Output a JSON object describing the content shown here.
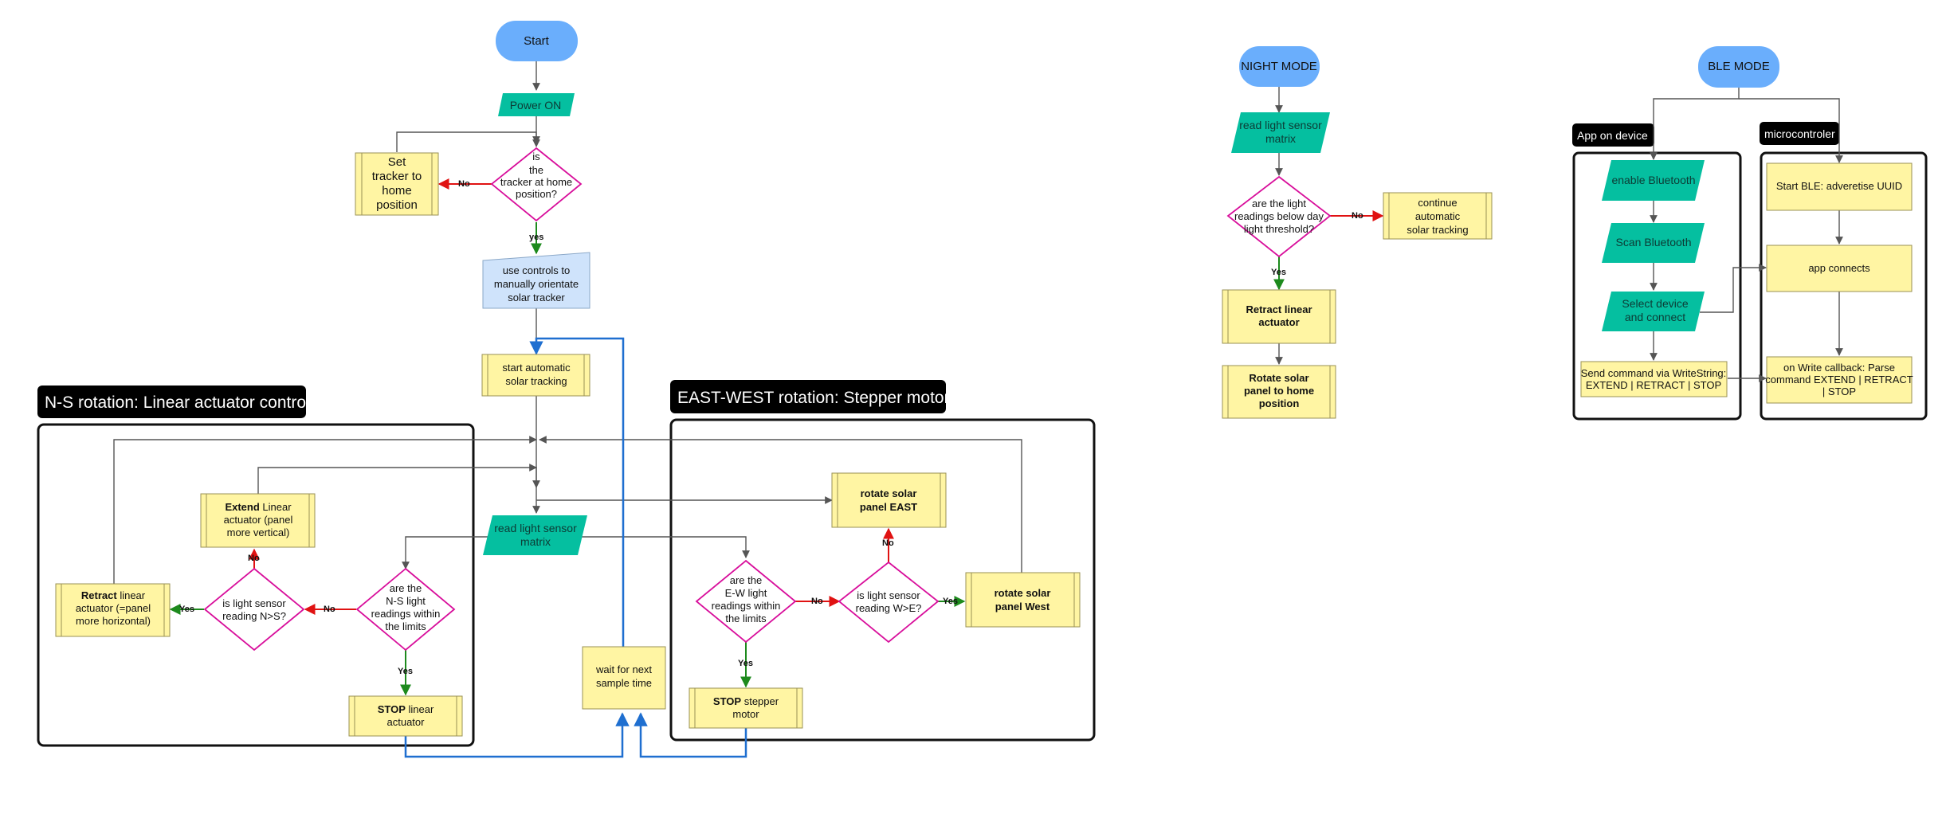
{
  "main": {
    "start": "Start",
    "power_on": "Power ON",
    "is_home": [
      "is",
      "the",
      "tracker at home",
      "position?"
    ],
    "set_home": [
      "Set",
      "tracker to",
      "home",
      "position"
    ],
    "manual": [
      "use controls to",
      "manually orientate",
      "solar tracker"
    ],
    "start_auto": [
      "start automatic",
      "solar tracking"
    ],
    "read_matrix": [
      "read light sensor",
      "matrix"
    ],
    "wait": [
      "wait for next",
      "sample time"
    ]
  },
  "ns_group": {
    "title": "N-S rotation: Linear actuator control",
    "extend": {
      "bold": "Extend",
      "rest": [
        "Linear",
        "actuator (panel",
        "more vertical)"
      ]
    },
    "retract": {
      "bold": "Retract",
      "rest": [
        "linear",
        "actuator (=panel",
        "more horizontal)"
      ]
    },
    "ns_sensor": [
      "is light sensor",
      "reading N>S?"
    ],
    "ns_within": [
      "are the",
      "N-S light",
      "readings within",
      "the limits"
    ],
    "stop": {
      "bold": "STOP",
      "rest": [
        "linear",
        "actuator"
      ]
    }
  },
  "ew_group": {
    "title": "EAST-WEST rotation: Stepper motor",
    "rotate_east": [
      "rotate solar",
      "panel EAST"
    ],
    "ew_within": [
      "are the",
      "E-W light",
      "readings within",
      "the limits"
    ],
    "ew_sensor": [
      "is light sensor",
      "reading W>E?"
    ],
    "rotate_west": [
      "rotate solar",
      "panel West"
    ],
    "stop": {
      "bold": "STOP",
      "rest": [
        "stepper",
        "motor"
      ]
    }
  },
  "night": {
    "title": "NIGHT MODE",
    "read": [
      "read light sensor",
      "matrix"
    ],
    "below": [
      "are the light",
      "readings below day",
      "light threshold?"
    ],
    "continue": [
      "continue",
      "automatic",
      "solar tracking"
    ],
    "retract": [
      "Retract linear",
      "actuator"
    ],
    "rotate_home": [
      "Rotate solar",
      "panel to home",
      "position"
    ]
  },
  "ble": {
    "title": "BLE MODE",
    "app_title": "App on device",
    "mcu_title": "microcontroler",
    "enable": "enable Bluetooth",
    "scan": "Scan Bluetooth",
    "select": [
      "Select device",
      "and connect"
    ],
    "send": [
      "Send command via WriteString:",
      "EXTEND | RETRACT | STOP"
    ],
    "start_ble": "Start BLE: adveretise UUID",
    "app_connects": "app connects",
    "on_write": [
      "on Write callback: Parse",
      "command EXTEND | RETRACT",
      "| STOP"
    ]
  },
  "labels": {
    "yes_lower": "yes",
    "yes": "Yes",
    "no": "No"
  },
  "colors": {
    "start_blue": "#6aaefc",
    "process_yellow": "#fff5a3",
    "process_border": "#9a9156",
    "io_teal": "#05bfa0",
    "decision_magenta": "#d80e9b",
    "manual_blue": "#cfe3fb",
    "yes_green": "#1d8a1d",
    "no_red": "#e01212",
    "loop_blue": "#1f6fd0",
    "line_gray": "#555555"
  }
}
